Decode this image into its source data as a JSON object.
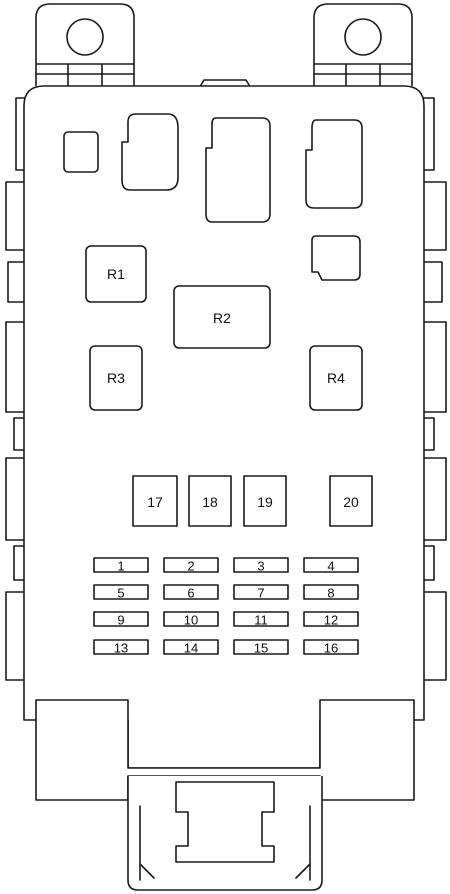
{
  "diagram": {
    "relays": [
      {
        "id": "R1",
        "label": "R1"
      },
      {
        "id": "R2",
        "label": "R2"
      },
      {
        "id": "R3",
        "label": "R3"
      },
      {
        "id": "R4",
        "label": "R4"
      }
    ],
    "large_fuses": [
      {
        "label": "17"
      },
      {
        "label": "18"
      },
      {
        "label": "19"
      },
      {
        "label": "20"
      }
    ],
    "mini_fuses": [
      {
        "label": "1"
      },
      {
        "label": "2"
      },
      {
        "label": "3"
      },
      {
        "label": "4"
      },
      {
        "label": "5"
      },
      {
        "label": "6"
      },
      {
        "label": "7"
      },
      {
        "label": "8"
      },
      {
        "label": "9"
      },
      {
        "label": "10"
      },
      {
        "label": "11"
      },
      {
        "label": "12"
      },
      {
        "label": "13"
      },
      {
        "label": "14"
      },
      {
        "label": "15"
      },
      {
        "label": "16"
      }
    ]
  }
}
